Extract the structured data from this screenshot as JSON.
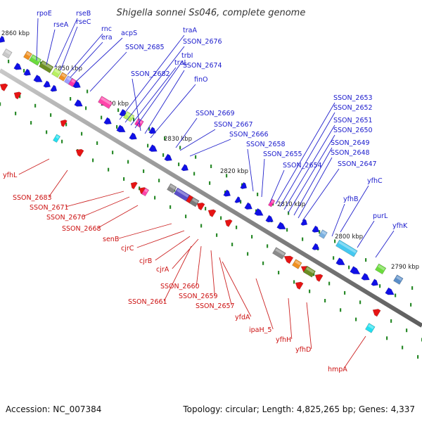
{
  "title": "Shigella sonnei Ss046, complete genome",
  "footer": {
    "accession": "Accession: NC_007384",
    "summary": "Topology: circular; Length: 4,825,265 bp; Genes: 4,337"
  },
  "colors": {
    "backbone": "#8c8c8c",
    "forward_gene": "#1010e6",
    "reverse_gene": "#e61414",
    "tick": "#2a8a2a",
    "forward_label": "#1a1acc",
    "reverse_label": "#cc1010"
  },
  "scale_marks": [
    {
      "id": "2860",
      "label": "2860 kbp"
    },
    {
      "id": "2850",
      "label": "2850 kbp"
    },
    {
      "id": "2840",
      "label": "2840 kbp"
    },
    {
      "id": "2830",
      "label": "2830 kbp"
    },
    {
      "id": "2820",
      "label": "2820 kbp"
    },
    {
      "id": "2810",
      "label": "2810 kbp"
    },
    {
      "id": "2800",
      "label": "2800 kbp"
    },
    {
      "id": "2790",
      "label": "2790 kbp"
    }
  ],
  "forward_genes": [
    "rpoE",
    "rseA",
    "rseB",
    "rseC",
    "rnc",
    "era",
    "acpS",
    "SSON_2685",
    "traA",
    "SSON_2676",
    "traL",
    "trbI",
    "SSON_2682",
    "SSON_2674",
    "finO",
    "SSON_2669",
    "SSON_2667",
    "SSON_2666",
    "SSON_2658",
    "SSON_2655",
    "SSON_2654",
    "SSON_2653",
    "SSON_2652",
    "SSON_2651",
    "SSON_2650",
    "SSON_2649",
    "SSON_2648",
    "SSON_2647",
    "yfhC",
    "yfhB",
    "purL",
    "yfhK"
  ],
  "reverse_genes": [
    "yfhL",
    "SSON_2683",
    "SSON_2671",
    "SSON_2670",
    "SSON_2668",
    "senB",
    "cjrC",
    "cjrB",
    "cjrA",
    "SSON_2660",
    "SSON_2661",
    "SSON_2659",
    "SSON_2657",
    "yfdA",
    "ipaH_5",
    "yfhH",
    "yfhD",
    "hmpA"
  ]
}
